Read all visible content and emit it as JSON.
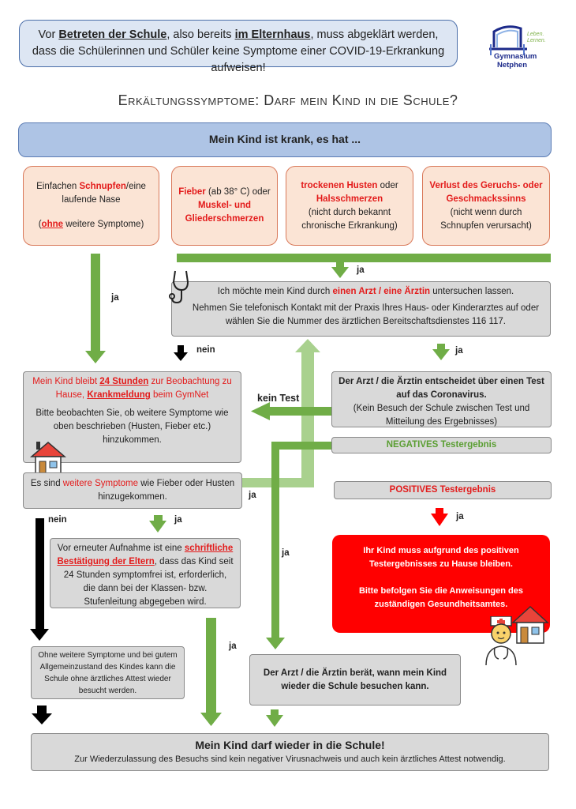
{
  "notice": {
    "prefix": "Vor ",
    "emph1": "Betreten der Schule",
    "mid": ", also bereits ",
    "emph2": "im Elternhaus",
    "suffix": ", muss abgeklärt werden, dass die Schülerinnen und Schüler keine Symptome einer COVID-19-Erkrankung aufweisen!"
  },
  "logo": {
    "line1": "Leben.",
    "line2": "Lernen.",
    "name1": "Gymnasium",
    "name2": "Netphen"
  },
  "title": "Erkältungssymptome: Darf mein Kind in die Schule?",
  "top_bar": "Mein Kind ist krank, es hat ...",
  "symptoms": {
    "s1": {
      "a": "Einfachen ",
      "b": "Schnupfen",
      "c": "/eine laufende Nase",
      "d": "(",
      "e": "ohne",
      "f": " weitere Symptome)"
    },
    "s2": {
      "a": "Fieber",
      "b": " (ab 38° C) oder ",
      "c": "Muskel- und Gliederschmerzen"
    },
    "s3": {
      "a": "trockenen Husten",
      "b": " oder ",
      "c": "Halsschmerzen",
      "d": "(nicht durch bekannt chronische Erkrankung)"
    },
    "s4": {
      "a": "Verlust des Geruchs- oder Geschmackssinns",
      "b": "(nicht wenn durch Schnupfen verursacht)"
    }
  },
  "doctor": {
    "line1a": "Ich möchte mein Kind durch ",
    "line1b": "einen Arzt / eine Ärztin",
    "line1c": " untersuchen lassen.",
    "line2": "Nehmen Sie telefonisch Kontakt mit der Praxis Ihres Haus- oder Kinderarztes auf oder wählen Sie die Nummer des ärztlichen Bereitschaftsdienstes 116 117."
  },
  "stay_home": {
    "a": "Mein Kind bleibt ",
    "b": "24 Stunden",
    "c": " zur Beobachtung zu Hause, ",
    "d": "Krankmeldung",
    "e": " beim GymNet",
    "body": "Bitte beobachten Sie, ob weitere Symptome wie oben beschrieben (Husten, Fieber etc.) hinzukommen."
  },
  "test_decision": {
    "title": "Der Arzt / die Ärztin entscheidet über einen Test auf das Coronavirus.",
    "body": "(Kein Besuch der Schule zwischen Test und Mitteilung des Ergebnisses)"
  },
  "negative": "NEGATIVES Testergebnis",
  "positive": "POSITIVES Testergebnis",
  "further": {
    "a": "Es sind ",
    "b": "weitere Symptome",
    "c": " wie Fieber oder Husten hinzugekommen."
  },
  "confirmation": {
    "a": "Vor erneuter Aufnahme ist eine ",
    "b": "schriftliche Bestätigung der Eltern",
    "c": ", dass das Kind seit 24 Stunden symptomfrei ist, erforderlich, die dann bei der Klassen- bzw. Stufenleitung abgegeben wird."
  },
  "positive_box": {
    "l1": "Ihr Kind muss aufgrund des positiven Testergebnisses zu Hause bleiben.",
    "l2": "Bitte befolgen Sie die Anweisungen des zuständigen Gesundheitsamtes."
  },
  "no_symptoms": "Ohne weitere Symptome und bei gutem Allgemeinzustand des Kindes kann die Schule ohne ärztliches Attest wieder besucht werden.",
  "doctor_advises": "Der Arzt / die Ärztin berät, wann mein Kind wieder die Schule besuchen kann.",
  "final": {
    "title": "Mein Kind darf wieder in die Schule!",
    "body": "Zur Wiederzulassung des Besuchs sind kein negativer Virusnachweis und auch kein ärztliches Attest notwendig."
  },
  "labels": {
    "ja": "ja",
    "nein": "nein",
    "kein_test": "kein Test"
  },
  "colors": {
    "green": "#70ad47",
    "light_green": "#a9d18e",
    "red": "#ff0000",
    "peach": "#fbe4d5",
    "blue": "#aec4e5",
    "grey": "#d9d9d9"
  }
}
